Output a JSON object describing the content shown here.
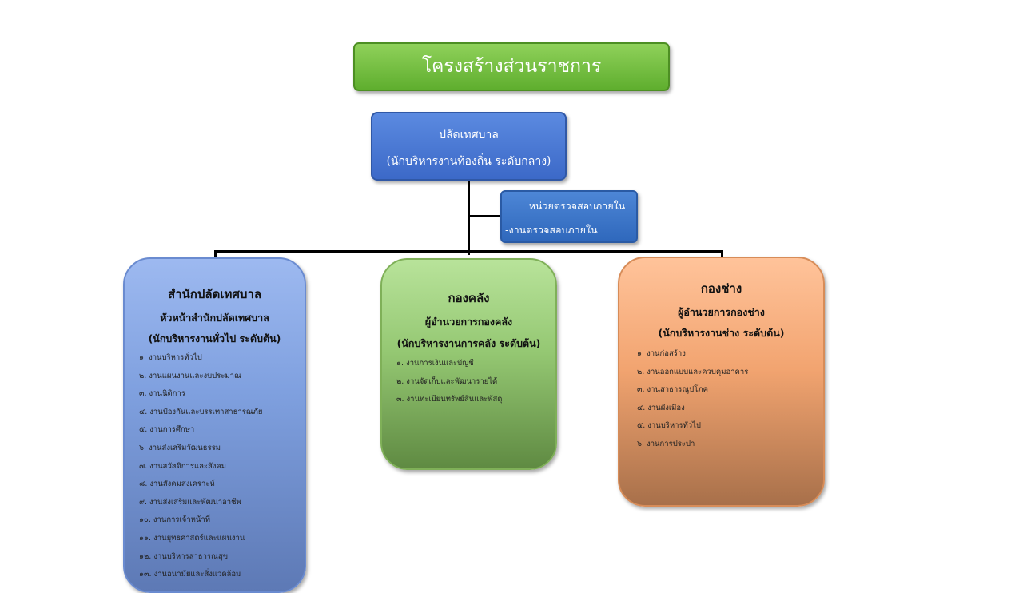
{
  "title": "โครงสร้างส่วนราชการ",
  "top_position": {
    "line1": "ปลัดเทศบาล",
    "line2": "(นักบริหารงานท้องถิ่น   ระดับกลาง)"
  },
  "audit_unit": {
    "line1": "หน่วยตรวจสอบภายใน",
    "line2": "-งานตรวจสอบภายใน"
  },
  "departments": [
    {
      "name": "สำนักปลัดเทศบาล",
      "head": "หัวหน้าสำนักปลัดเทศบาล",
      "level": "(นักบริหารงานทั่วไป ระดับต้น)",
      "items": [
        "๑. งานบริหารทั่วไป",
        "๒. งานแผนงานและงบประมาณ",
        "๓. งานนิติการ",
        "๔. งานป้องกันและบรรเทาสาธารณภัย",
        "๕. งานการศึกษา",
        "๖. งานส่งเสริมวัฒนธรรม",
        "๗. งานสวัสดิการและสังคม",
        "๘. งานสังคมสงเคราะห์",
        "๙. งานส่งเสริมและพัฒนาอาชีพ",
        "๑๐. งานการเจ้าหน้าที่",
        "๑๑. งานยุทธศาสตร์และแผนงาน",
        "๑๒. งานบริหารสาธารณสุข",
        "๑๓. งานอนามัยและสิ่งแวดล้อม"
      ]
    },
    {
      "name": "กองคลัง",
      "head": "ผู้อำนวยการกองคลัง",
      "level": "(นักบริหารงานการคลัง  ระดับต้น)",
      "items": [
        "๑. งานการเงินและบัญชี",
        "๒. งานจัดเก็บและพัฒนารายได้",
        "๓. งานทะเบียนทรัพย์สินและพัสดุ"
      ]
    },
    {
      "name": "กองช่าง",
      "head": "ผู้อำนวยการกองช่าง",
      "level": "(นักบริหารงานช่าง  ระดับต้น)",
      "items": [
        "๑. งานก่อสร้าง",
        "๒. งานออกแบบและควบคุมอาคาร",
        "๓. งานสาธารณูปโภค",
        "๔. งานผังเมือง",
        "๕. งานบริหารทั่วไป",
        "๖. งานการประปา"
      ]
    }
  ],
  "colors": {
    "title": "#6cbd3b",
    "top_position": "#4a78d6",
    "audit_unit": "#3b74c8",
    "dept_admin": "#8aaae6",
    "dept_finance": "#a6d684",
    "dept_engineering": "#f7b07e"
  }
}
